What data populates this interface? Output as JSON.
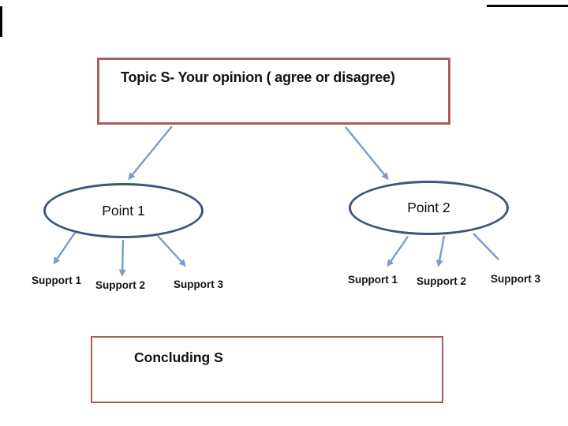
{
  "colors": {
    "box_border": "#a5605c",
    "ellipse_border": "#3d5776",
    "arrow": "#7c9bc6",
    "text": "#111111",
    "frame": "#000000"
  },
  "topic_box": {
    "label": "Topic S- Your opinion ( agree or disagree)"
  },
  "points": [
    {
      "label": "Point 1",
      "supports": [
        "Support 1",
        "Support 2",
        "Support 3"
      ]
    },
    {
      "label": "Point 2",
      "supports": [
        "Support 1",
        "Support 2",
        "Support 3"
      ]
    }
  ],
  "concluding_box": {
    "label": "Concluding S"
  }
}
